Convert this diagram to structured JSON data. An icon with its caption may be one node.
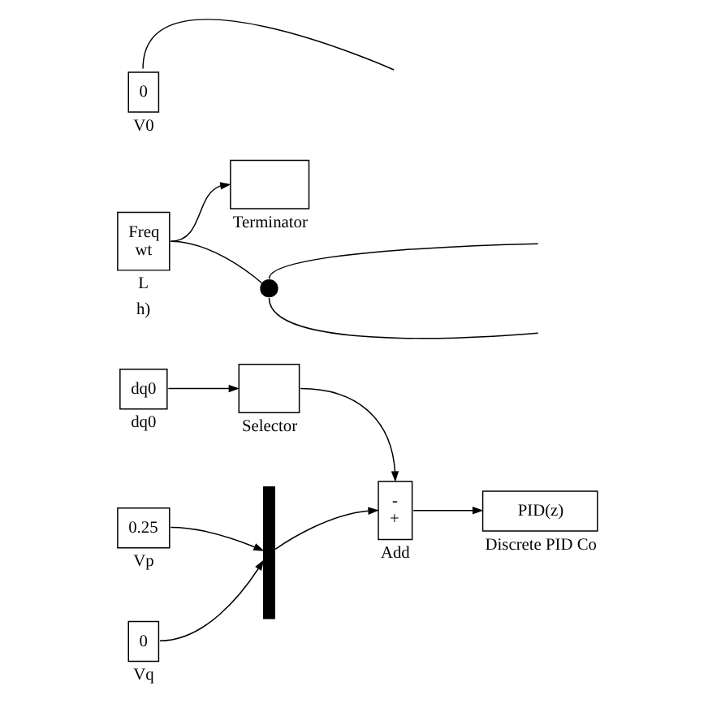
{
  "diagram": {
    "nodes": [
      {
        "text": [
          "dq0"
        ],
        "beside": [
          "dq0"
        ]
      },
      {
        "text": [],
        "shape": "box",
        "beside": [
          "Selector"
        ]
      },
      {
        "text": [
          "-",
          "+"
        ],
        "beside": [
          "Add"
        ]
      },
      {
        "text": [
          "PID(z)"
        ],
        "beside": [
          "Discrete PID Co"
        ]
      },
      {
        "text": [
          "Freq",
          "wt"
        ],
        "beside": [
          "L",
          "h)"
        ]
      },
      {
        "text": [],
        "shape": "box",
        "beside": [
          "Terminator"
        ]
      },
      {
        "text": [
          "0.25"
        ],
        "beside": [
          "Vp"
        ]
      },
      {
        "text": [
          "0"
        ],
        "beside": [
          "Vq"
        ]
      },
      {
        "text": [],
        "shape": "bar"
      },
      {
        "text": [
          "0"
        ],
        "beside": [
          "V0"
        ]
      },
      {
        "text": [],
        "shape": "circle"
      }
    ],
    "edges": [
      {
        "from": 0,
        "to": 1,
        "arrow": "to"
      },
      {
        "from": 1,
        "to": 2,
        "arrow": "to"
      },
      {
        "from": 8,
        "to": 2,
        "arrow": "to"
      },
      {
        "from": 2,
        "to": 3,
        "arrow": "to"
      },
      {
        "from": 4,
        "to": 5,
        "arrow": "to"
      },
      {
        "from": 6,
        "to": 8,
        "arrow": "to"
      },
      {
        "from": 7,
        "to": 8,
        "arrow": "to"
      },
      {
        "from": 4,
        "to": 10,
        "arrow": "none"
      },
      {
        "from": 10,
        "to": null,
        "arrow": "none"
      },
      {
        "from": 10,
        "to": null,
        "arrow": "none"
      },
      {
        "from": 9,
        "to": null,
        "arrow": "none"
      }
    ]
  }
}
